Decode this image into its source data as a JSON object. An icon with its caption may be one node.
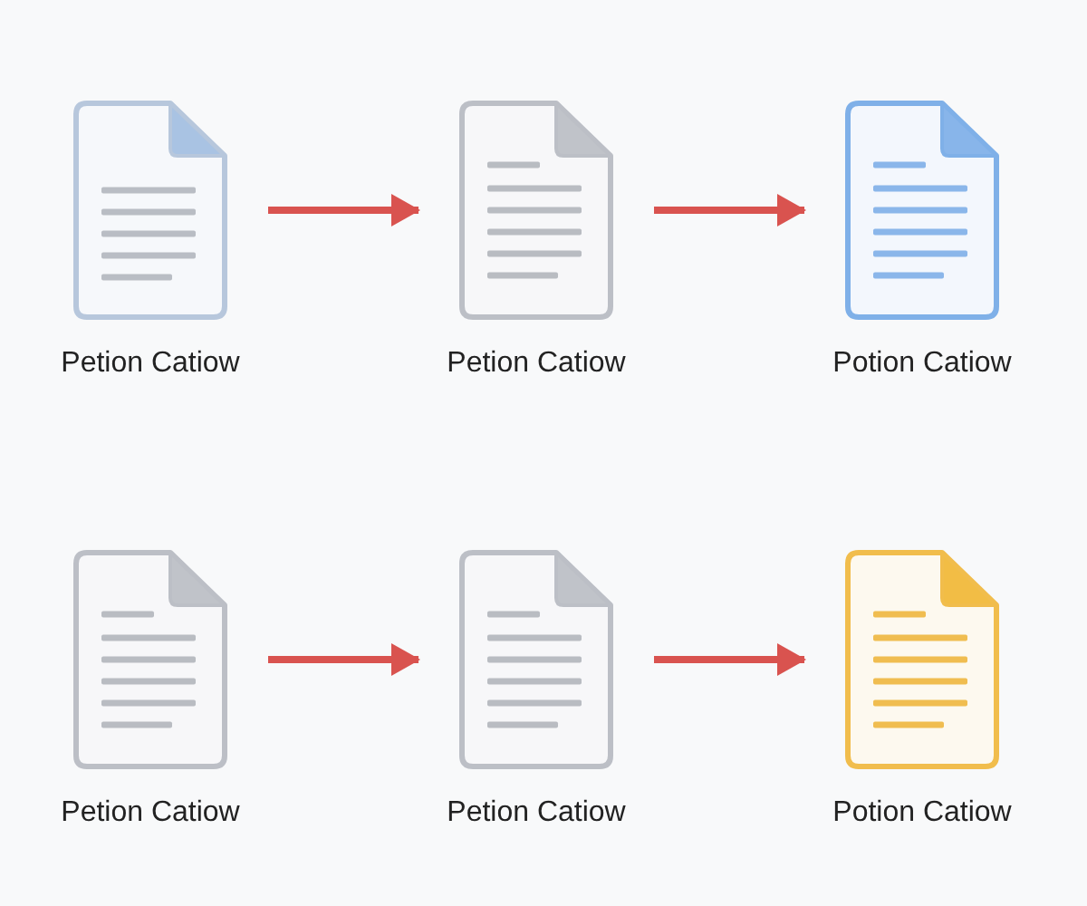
{
  "diagram": {
    "nodes": [
      {
        "text": [
          "Petion Catiow"
        ]
      },
      {
        "text": [
          "Petion Catiow"
        ]
      },
      {
        "text": [
          "Potion Catiow"
        ]
      },
      {
        "text": [
          "Petion Catiow"
        ]
      },
      {
        "text": [
          "Petion Catiow"
        ]
      },
      {
        "text": [
          "Potion Catiow"
        ]
      }
    ],
    "edges": [
      {
        "from": 0,
        "to": 1,
        "arrow": "to"
      },
      {
        "from": 1,
        "to": 2,
        "arrow": "to"
      },
      {
        "from": 3,
        "to": 4,
        "arrow": "to"
      },
      {
        "from": 4,
        "to": 5,
        "arrow": "to"
      }
    ]
  }
}
